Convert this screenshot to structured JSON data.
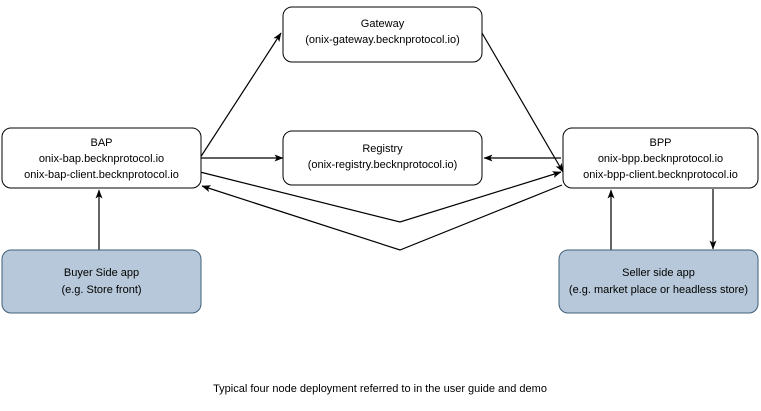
{
  "diagram": {
    "caption": "Typical four node deployment referred to in the user guide and demo",
    "colors": {
      "shaded_fill": "#b6c8d9",
      "shaded_stroke": "#3f5f76",
      "plain_fill": "#ffffff",
      "stroke": "#000000"
    },
    "nodes": [
      {
        "id": "gateway",
        "title": "Gateway",
        "line2": "(onix-gateway.becknprotocol.io)",
        "line3": "",
        "style": "plain"
      },
      {
        "id": "bap",
        "title": "BAP",
        "line2": "onix-bap.becknprotocol.io",
        "line3": "onix-bap-client.becknprotocol.io",
        "style": "plain"
      },
      {
        "id": "registry",
        "title": "Registry",
        "line2": "(onix-registry.becknprotocol.io)",
        "line3": "",
        "style": "plain"
      },
      {
        "id": "bpp",
        "title": "BPP",
        "line2": "onix-bpp.becknprotocol.io",
        "line3": "onix-bpp-client.becknprotocol.io",
        "style": "plain"
      },
      {
        "id": "buyer-app",
        "title": "Buyer Side app",
        "line2": "(e.g. Store front)",
        "line3": "",
        "style": "shaded"
      },
      {
        "id": "seller-app",
        "title": "Seller side app",
        "line2": "(e.g. market place or headless store)",
        "line3": "",
        "style": "shaded"
      }
    ],
    "edges": [
      {
        "id": "bap-to-gateway",
        "from": "bap",
        "to": "gateway"
      },
      {
        "id": "gateway-to-bpp",
        "from": "gateway",
        "to": "bpp"
      },
      {
        "id": "bap-to-registry",
        "from": "bap",
        "to": "registry"
      },
      {
        "id": "bpp-to-registry",
        "from": "bpp",
        "to": "registry"
      },
      {
        "id": "bap-to-bpp",
        "from": "bap",
        "to": "bpp"
      },
      {
        "id": "bpp-to-bap",
        "from": "bpp",
        "to": "bap"
      },
      {
        "id": "buyer-app-to-bap",
        "from": "buyer-app",
        "to": "bap"
      },
      {
        "id": "seller-app-to-bpp",
        "from": "seller-app",
        "to": "bpp"
      },
      {
        "id": "bpp-to-seller-app",
        "from": "bpp",
        "to": "seller-app"
      }
    ]
  }
}
